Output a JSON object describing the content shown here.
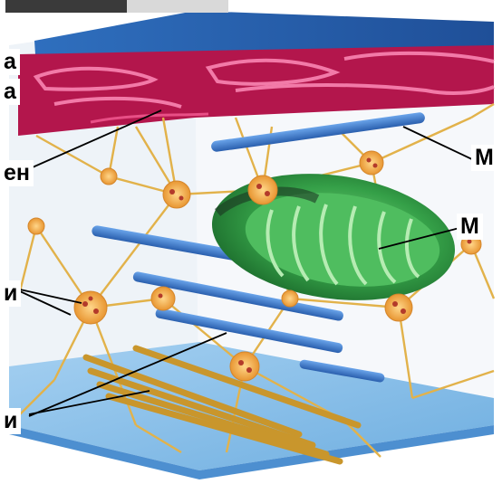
{
  "labels": {
    "l1": "а",
    "l2": "а",
    "l3": "ен",
    "l4": "и",
    "l5": "и",
    "r1": "М",
    "r2": "М"
  },
  "colors": {
    "membrane_blue": "#3b7fd0",
    "er_red": "#b0154b",
    "mesh_yellow": "#e5b33a",
    "node_orange": "#f2a546",
    "mito_green": "#39a84b",
    "microtubule_blue": "#3e78cc",
    "floor_blue": "#8fc3ec",
    "bundle_tan": "#d9a93a"
  }
}
